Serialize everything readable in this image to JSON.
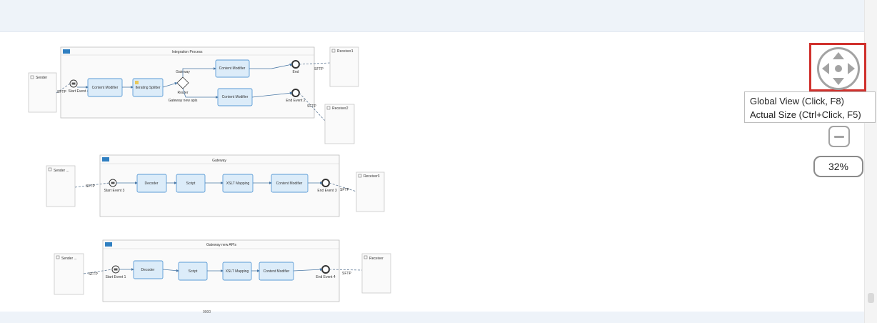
{
  "footer": {
    "label": "0000"
  },
  "navigator": {
    "icon": "pan-navigation-icon"
  },
  "tooltip": {
    "line1": "Global View (Click, F8)",
    "line2": "Actual Size (Ctrl+Click, F5)"
  },
  "zoom": {
    "out_icon": "minus-icon",
    "level": "32%"
  },
  "diagram": {
    "p1": {
      "pool_title": "Integration Process",
      "sender": "Sender",
      "receiver1": "Receiver1",
      "receiver2": "Receiver2",
      "start": "Start Event 4",
      "task_cm1": "Content Modifier",
      "task_splitter": "Iterating Splitter",
      "gateway": "Gateway",
      "router": "Router",
      "route_label": "Gateway new apis",
      "task_cm2": "Content Modifier",
      "task_cm3": "Content Modifier",
      "end1": "End",
      "end2": "End Event 2",
      "proto1": "SFTP",
      "proto2": "SFTP",
      "proto3": "SFTP"
    },
    "p2": {
      "pool_title": "Gateway",
      "sender": "Sender ...",
      "receiver": "Receiver3",
      "start": "Start Event 3",
      "task_decoder": "Decoder",
      "task_script": "Script",
      "task_xslt": "XSLT Mapping",
      "task_cm": "Content Modifier",
      "end": "End Event 3",
      "proto_in": "SFTP",
      "proto_out": "SFTP"
    },
    "p3": {
      "pool_title": "Gateway new APIs",
      "sender": "Sender ...",
      "receiver": "Receiver",
      "start": "Start Event 1",
      "task_decoder": "Decoder",
      "task_script": "Script",
      "task_xslt": "XSLT Mapping",
      "task_cm": "Content Modifier",
      "end": "End Event 4",
      "proto_in": "SFTP",
      "proto_out": "SFTP"
    }
  }
}
